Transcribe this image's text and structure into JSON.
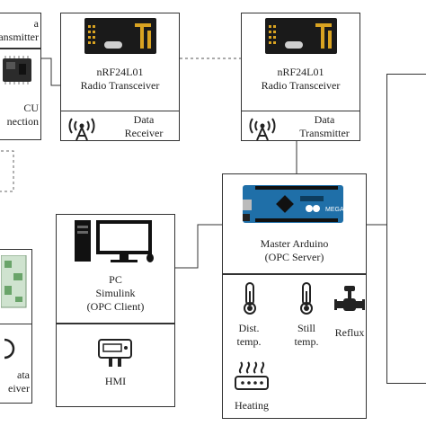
{
  "left_panel": {
    "transmitter_label": "a\nansmitter",
    "mcu_label": "CU\nnection",
    "receiver_label": "ata\neiver"
  },
  "nrf_receiver": {
    "title": "nRF24L01\nRadio Transceiver",
    "role": "Data\nReceiver",
    "chip_text": "TL"
  },
  "nrf_transmitter": {
    "title": "nRF24L01\nRadio Transceiver",
    "role": "Data\nTransmitter",
    "chip_text": "TL"
  },
  "pc": {
    "label": "PC\nSimulink\n(OPC Client)",
    "hmi_label": "HMI"
  },
  "master": {
    "label": "Master Arduino\n(OPC Server)",
    "board_text": "MEGA"
  },
  "sensors": {
    "dist_temp": "Dist.\ntemp.",
    "still_temp": "Still\ntemp.",
    "reflux": "Reflux",
    "heating": "Heating"
  },
  "colors": {
    "line": "#333333",
    "chip_black": "#1a1a1a",
    "antenna_gold": "#d9a321",
    "arduino_blue": "#1f6fa8"
  }
}
